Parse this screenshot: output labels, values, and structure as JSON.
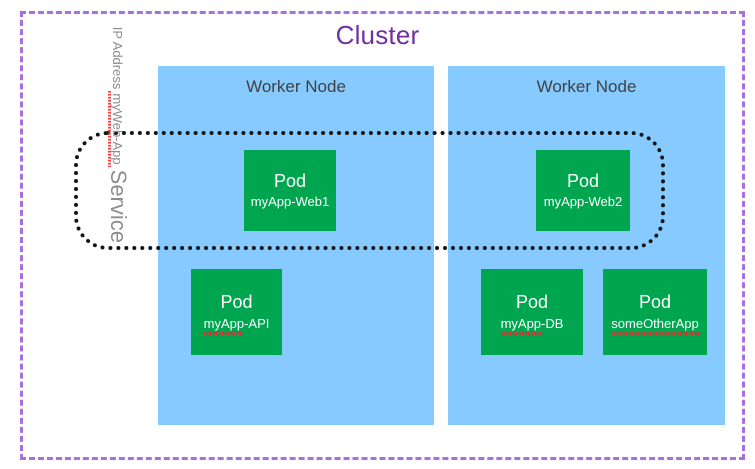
{
  "diagram": {
    "cluster": {
      "title": "Cluster",
      "border_color": "#a86fe0",
      "title_color": "#7030a0"
    },
    "worker_nodes": [
      {
        "label": "Worker Node",
        "fill": "#86caff"
      },
      {
        "label": "Worker Node",
        "fill": "#86caff"
      }
    ],
    "service": {
      "name": "Service",
      "app_name": "myWeb-App",
      "detail": "IP Address",
      "border_style": "dotted",
      "border_color": "#141414",
      "text_color": "#8c8c8c",
      "spellcheck_color": "#ff3b3b"
    },
    "pods": [
      {
        "title": "Pod",
        "name_prefix": "myApp",
        "name_suffix": "-Web1",
        "full_name": "myApp-Web1",
        "spellcheck": false,
        "fill": "#00a550",
        "node": 1
      },
      {
        "title": "Pod",
        "name_prefix": "myApp",
        "name_suffix": "-Web2",
        "full_name": "myApp-Web2",
        "spellcheck": false,
        "fill": "#00a550",
        "node": 2
      },
      {
        "title": "Pod",
        "name_prefix": "myApp",
        "name_suffix": "-API",
        "full_name": "myApp-API",
        "spellcheck": true,
        "fill": "#00a550",
        "node": 1
      },
      {
        "title": "Pod",
        "name_prefix": "myApp",
        "name_suffix": "-DB",
        "full_name": "myApp-DB",
        "spellcheck": true,
        "fill": "#00a550",
        "node": 2
      },
      {
        "title": "Pod",
        "name_prefix": "someOtherApp",
        "name_suffix": "",
        "full_name": "someOtherApp",
        "spellcheck": true,
        "fill": "#00a550",
        "node": 2
      }
    ]
  }
}
